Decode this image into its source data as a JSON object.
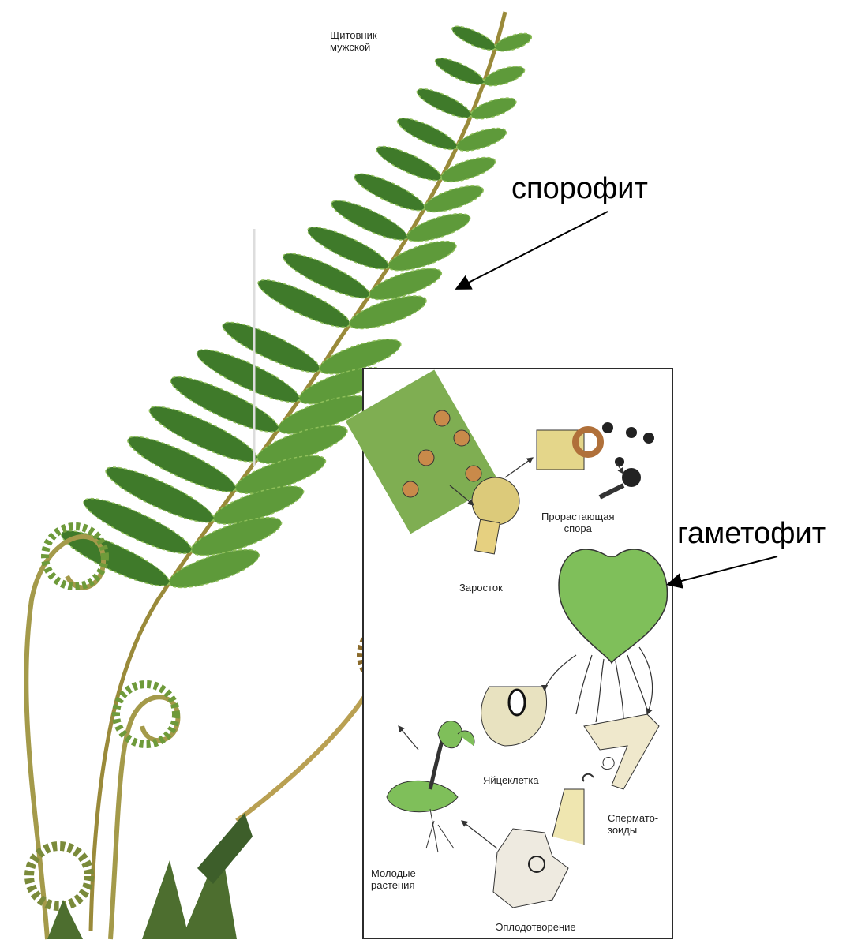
{
  "labels": {
    "species": "Щитовник\nмужской",
    "sporophyte": "спорофит",
    "gametophyte": "гаметофит",
    "germinating_spore": "Прорастающая\nспора",
    "prothallus": "Заросток",
    "egg_cell": "Яйцеклетка",
    "spermatozoids": "Спермато-\nзоиды",
    "young_plants": "Молодые\nрастения",
    "fertilization": "Эплодотворение"
  },
  "colors": {
    "leaf_dark": "#3f7a2a",
    "leaf_mid": "#5e9a3a",
    "leaf_light": "#8fbf5a",
    "stem": "#9a8a3a",
    "sporangia": "#b0703a",
    "cell_fill": "#e8e2c0",
    "prothallus_fill": "#7fbf5a",
    "outline": "#2b2b2b"
  }
}
